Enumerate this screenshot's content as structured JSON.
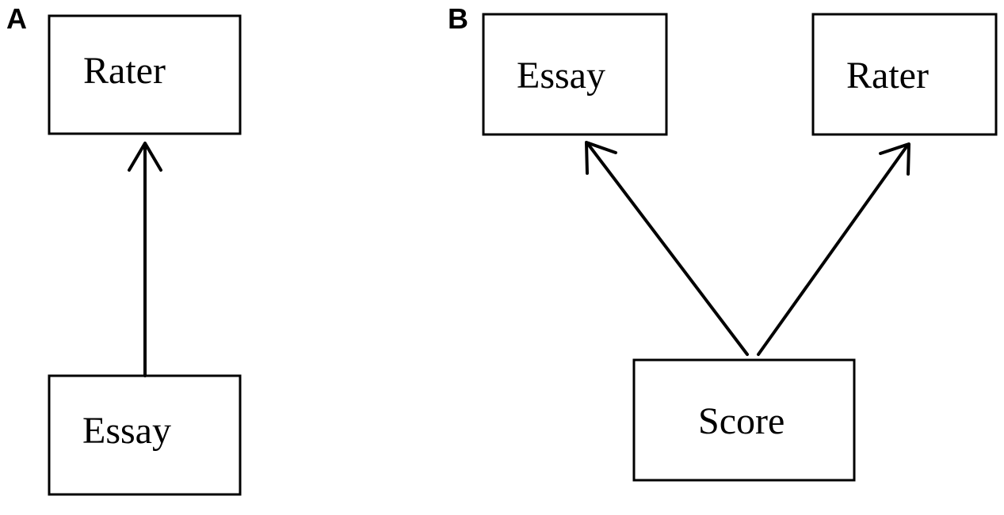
{
  "panels": {
    "a": {
      "label": "A",
      "top_box": "Rater",
      "bottom_box": "Essay"
    },
    "b": {
      "label": "B",
      "left_box": "Essay",
      "right_box": "Rater",
      "bottom_box": "Score"
    }
  }
}
